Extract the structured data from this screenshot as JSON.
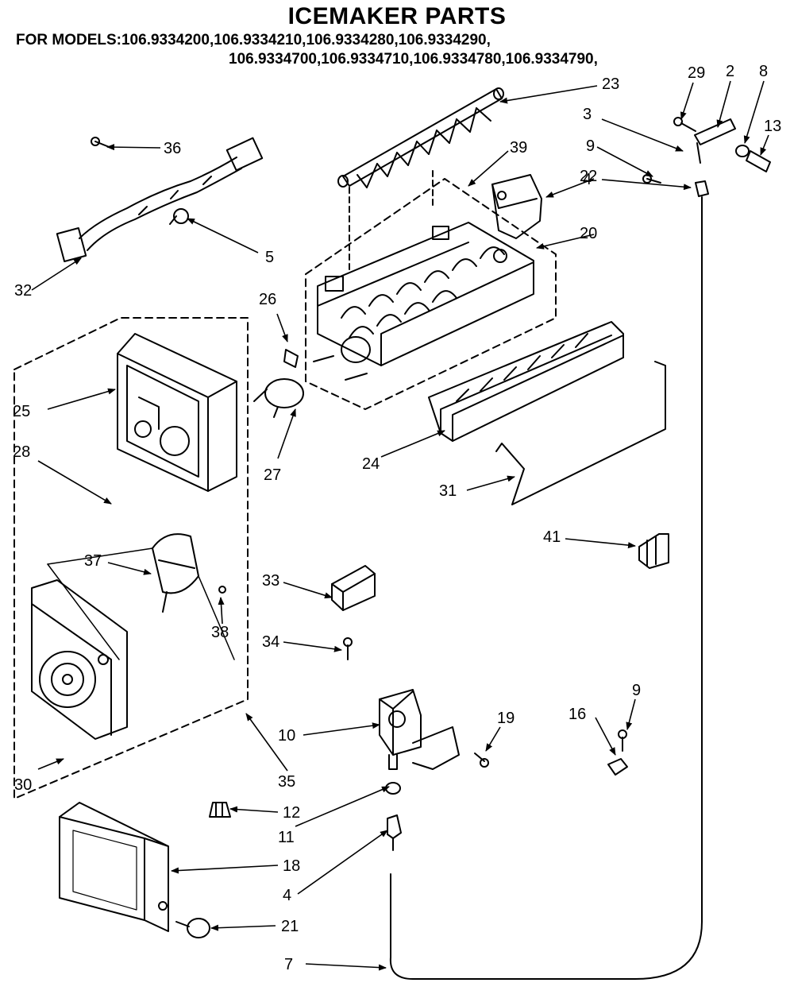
{
  "header": {
    "title": "ICEMAKER PARTS",
    "models_line1": "FOR MODELS:106.9334200,106.9334210,106.9334280,106.9334290,",
    "models_line2": "106.9334700,106.9334710,106.9334780,106.9334790,"
  },
  "callouts": [
    {
      "id": "c23",
      "label": "23"
    },
    {
      "id": "c29",
      "label": "29"
    },
    {
      "id": "c2",
      "label": "2"
    },
    {
      "id": "c8",
      "label": "8"
    },
    {
      "id": "c3",
      "label": "3"
    },
    {
      "id": "c13",
      "label": "13"
    },
    {
      "id": "c9a",
      "label": "9"
    },
    {
      "id": "c4a",
      "label": "4"
    },
    {
      "id": "c36",
      "label": "36"
    },
    {
      "id": "c39",
      "label": "39"
    },
    {
      "id": "c22",
      "label": "22"
    },
    {
      "id": "c20",
      "label": "20"
    },
    {
      "id": "c5",
      "label": "5"
    },
    {
      "id": "c32",
      "label": "32"
    },
    {
      "id": "c26",
      "label": "26"
    },
    {
      "id": "c25",
      "label": "25"
    },
    {
      "id": "c28",
      "label": "28"
    },
    {
      "id": "c27",
      "label": "27"
    },
    {
      "id": "c24",
      "label": "24"
    },
    {
      "id": "c31",
      "label": "31"
    },
    {
      "id": "c41",
      "label": "41"
    },
    {
      "id": "c37",
      "label": "37"
    },
    {
      "id": "c38",
      "label": "38"
    },
    {
      "id": "c33",
      "label": "33"
    },
    {
      "id": "c34",
      "label": "34"
    },
    {
      "id": "c9b",
      "label": "9"
    },
    {
      "id": "c16",
      "label": "16"
    },
    {
      "id": "c10",
      "label": "10"
    },
    {
      "id": "c19",
      "label": "19"
    },
    {
      "id": "c30",
      "label": "30"
    },
    {
      "id": "c35",
      "label": "35"
    },
    {
      "id": "c12",
      "label": "12"
    },
    {
      "id": "c11",
      "label": "11"
    },
    {
      "id": "c18",
      "label": "18"
    },
    {
      "id": "c4b",
      "label": "4"
    },
    {
      "id": "c21",
      "label": "21"
    },
    {
      "id": "c7",
      "label": "7"
    }
  ]
}
